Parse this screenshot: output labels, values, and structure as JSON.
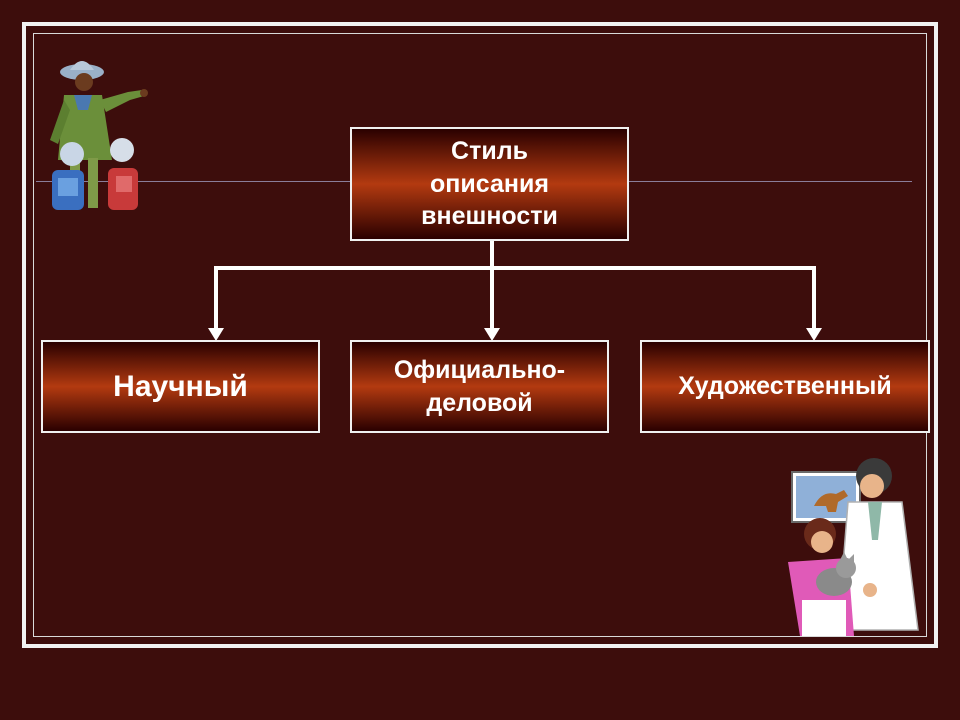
{
  "root": {
    "label": "Стиль описания внешности"
  },
  "children": [
    {
      "label": "Научный"
    },
    {
      "label": "Официально-деловой"
    },
    {
      "label": "Художественный"
    }
  ],
  "clipart": [
    {
      "icon": "tour-guide-with-children-icon"
    },
    {
      "icon": "veterinarian-with-girl-and-cat-icon"
    }
  ],
  "colors": {
    "background": "#3d0d0c",
    "box_dark": "#2a0000",
    "box_mid": "#b33a10",
    "frame": "#f2f2f2",
    "text": "#ffffff"
  }
}
